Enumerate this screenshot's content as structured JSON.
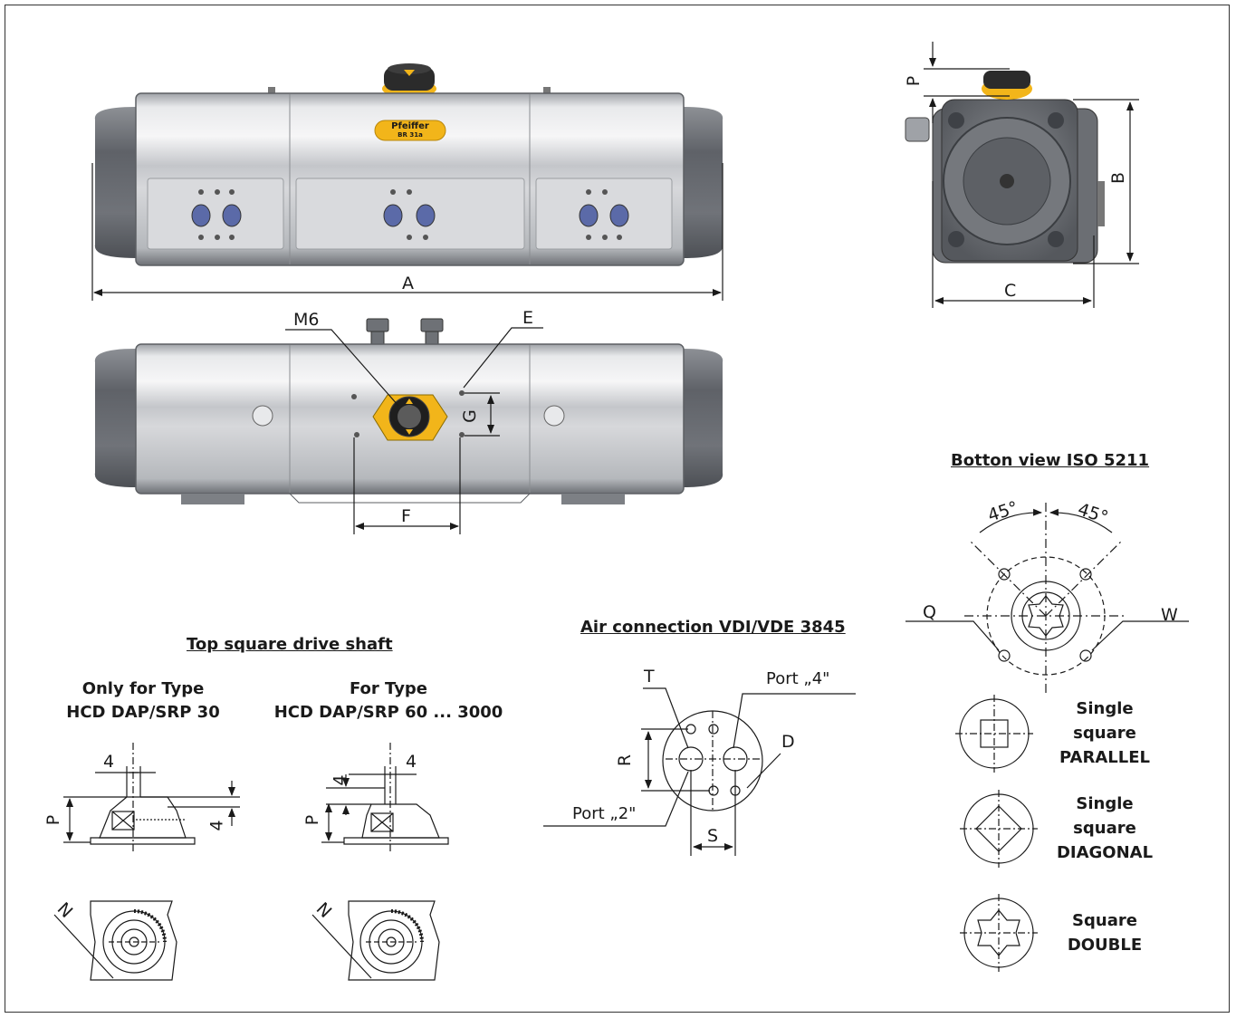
{
  "actuator": {
    "nameplate_brand": "Pfeiffer",
    "nameplate_model": "BR 31a"
  },
  "dimensions": {
    "A": "A",
    "B": "B",
    "C": "C",
    "P": "P",
    "E": "E",
    "F": "F",
    "G": "G",
    "M6": "M6"
  },
  "top_shaft": {
    "title": "Top square drive shaft",
    "left_caption_line1": "Only for Type",
    "left_caption_line2": "HCD DAP/SRP 30",
    "right_caption_line1": "For Type",
    "right_caption_line2": "HCD DAP/SRP 60 ... 3000",
    "dim_4": "4",
    "dim_P": "P",
    "dim_N": "N"
  },
  "air_connection": {
    "title": "Air connection VDI/VDE 3845",
    "T": "T",
    "port4": "Port „4\"",
    "port2": "Port „2\"",
    "R": "R",
    "S": "S",
    "D": "D"
  },
  "bottom_view": {
    "title": "Botton view ISO 5211",
    "angle_left": "45°",
    "angle_right": "45°",
    "Q": "Q",
    "W": "W",
    "legend": [
      {
        "line1": "Single",
        "line2": "square",
        "line3": "PARALLEL"
      },
      {
        "line1": "Single",
        "line2": "square",
        "line3": "DIAGONAL"
      },
      {
        "line1": "Square",
        "line2": "DOUBLE",
        "line3": ""
      }
    ]
  },
  "colors": {
    "body_aluminum": "#c9cbcf",
    "end_cap": "#6f7277",
    "accent_yellow": "#f2b51a",
    "line": "#1a1a1a"
  }
}
